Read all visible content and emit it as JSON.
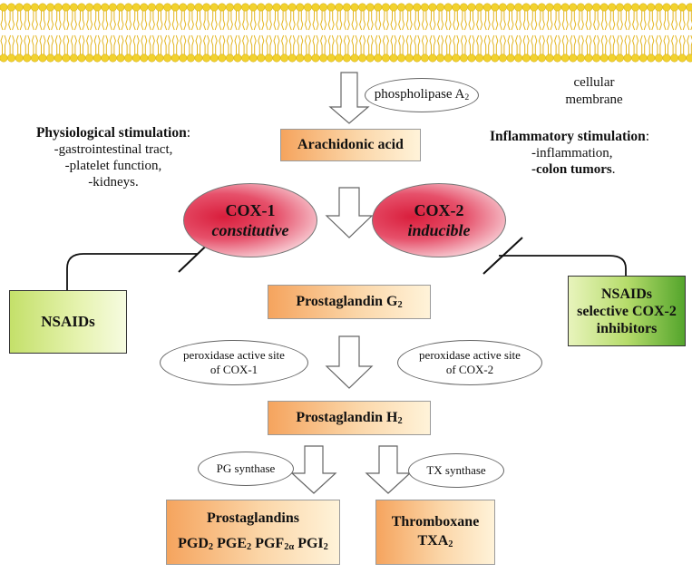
{
  "membrane_label": {
    "line1": "cellular",
    "line2": "membrane"
  },
  "enzyme_pla2": {
    "text": "phospholipase A",
    "sub": "2"
  },
  "arachidonic_acid": "Arachidonic acid",
  "physiological": {
    "heading": "Physiological stimulation",
    "colon": ":",
    "items": [
      "-gastrointestinal tract,",
      "-platelet function,",
      "-kidneys."
    ]
  },
  "inflammatory": {
    "heading": "Inflammatory stimulation",
    "colon": ":",
    "item1": "-inflammation,",
    "item2": "-colon tumors",
    "item2_end": "."
  },
  "cox1": {
    "name": "COX-1",
    "type": "constitutive"
  },
  "cox2": {
    "name": "COX-2",
    "type": "inducible"
  },
  "nsaids": "NSAIDs",
  "nsaids_selective": {
    "line1": "NSAIDs",
    "line2": "selective COX-2",
    "line3": "inhibitors"
  },
  "prostaglandin_g2": {
    "text": "Prostaglandin G",
    "sub": "2"
  },
  "peroxidase_cox1": {
    "line1": "peroxidase active site",
    "line2": "of COX-1"
  },
  "peroxidase_cox2": {
    "line1": "peroxidase active site",
    "line2": "of COX-2"
  },
  "prostaglandin_h2": {
    "text": "Prostaglandin H",
    "sub": "2"
  },
  "pg_synthase": "PG synthase",
  "tx_synthase": "TX synthase",
  "prostaglandins": {
    "title": "Prostaglandins",
    "pgd": "PGD",
    "pgd_sub": "2",
    "pge": "PGE",
    "pge_sub": "2",
    "pgf": "PGF",
    "pgf_sub": "2α",
    "pgi": "PGI",
    "pgi_sub": "2"
  },
  "thromboxane": {
    "line1": "Thromboxane",
    "line2": "TXA",
    "sub": "2"
  },
  "colors": {
    "membrane_head": "#f2d22e",
    "membrane_tail": "#e3b51f",
    "cox_red": "#d91e3c",
    "box_orange": "#f5a45e",
    "green_light": "#c4e06a",
    "green_dark": "#54a52c"
  }
}
